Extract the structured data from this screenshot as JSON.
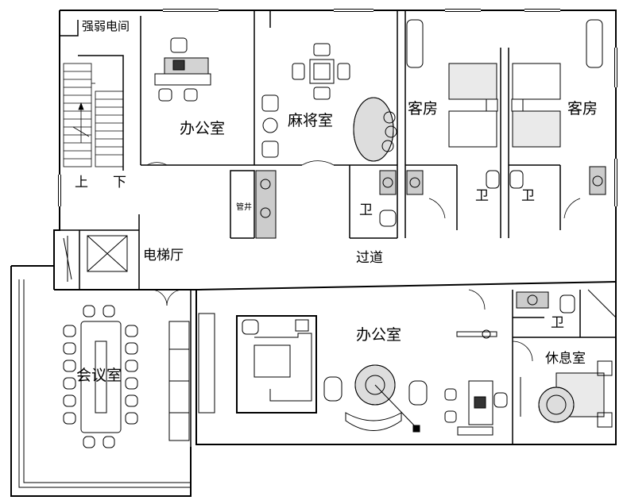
{
  "rooms": {
    "electrical_room": "强弱电间",
    "office_upper": "办公室",
    "mahjong_room": "麻将室",
    "guest_room_left": "客房",
    "guest_room_right": "客房",
    "stairs_up": "上",
    "stairs_down": "下",
    "pipe_shaft": "管井",
    "bath_1": "卫",
    "bath_2": "卫",
    "bath_3": "卫",
    "bath_4": "卫",
    "elevator_hall": "电梯厅",
    "corridor": "过道",
    "office_lower": "办公室",
    "meeting_room": "会议室",
    "lounge": "休息室"
  }
}
